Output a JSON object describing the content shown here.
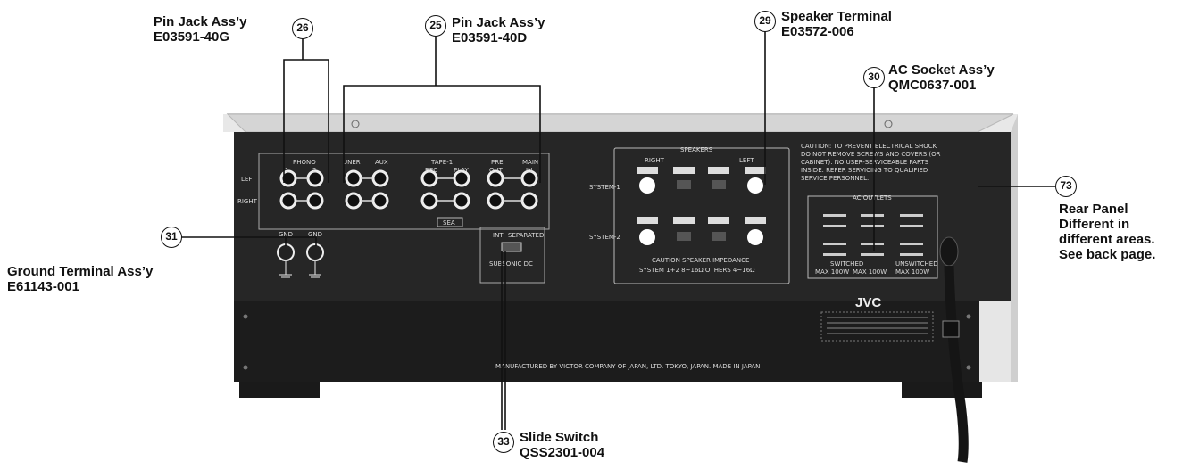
{
  "callouts": [
    {
      "num": "26",
      "title": "Pin Jack Ass’y",
      "part": "E03591-40G"
    },
    {
      "num": "25",
      "title": "Pin Jack Ass’y",
      "part": "E03591-40D"
    },
    {
      "num": "29",
      "title": "Speaker Terminal",
      "part": "E03572-006"
    },
    {
      "num": "30",
      "title": "AC Socket Ass’y",
      "part": "QMC0637-001"
    },
    {
      "num": "73",
      "title": "Rear Panel",
      "note": [
        "Different in",
        "different areas.",
        "See back page."
      ]
    },
    {
      "num": "31",
      "title": "Ground Terminal Ass’y",
      "part": "E61143-001"
    },
    {
      "num": "33",
      "title": "Slide Switch",
      "part": "QSS2301-004"
    }
  ],
  "panel": {
    "jacks": {
      "phono": "PHONO",
      "phono_1": "1",
      "phono_2": "2",
      "tuner": "UNER",
      "aux": "AUX",
      "tape1": "TAPE-1",
      "rec": "REC",
      "play": "PLAY",
      "pre": "PRE",
      "out": "OUT",
      "main": "MAIN",
      "in": "IN",
      "left": "LEFT",
      "right": "RIGHT",
      "sea": "SEA"
    },
    "gnd": [
      "GND",
      "GND"
    ],
    "switch": {
      "int": "INT",
      "separated": "SEPARATED",
      "sub": "SUBSONIC DC"
    },
    "speakers": {
      "title": "SPEAKERS",
      "right": "RIGHT",
      "left": "LEFT",
      "system1": "SYSTEM-1",
      "system2": "SYSTEM-2",
      "caution1": "CAUTION SPEAKER IMPEDANCE",
      "caution2": "SYSTEM 1+2 8~16Ω OTHERS 4~16Ω"
    },
    "caution": [
      "CAUTION: TO PREVENT ELECTRICAL SHOCK",
      "DO NOT REMOVE SCREWS AND COVERS (OR",
      "CABINET). NO USER-SERVICEABLE PARTS",
      "INSIDE. REFER SERVICING TO QUALIFIED",
      "SERVICE PERSONNEL."
    ],
    "ac": {
      "title": "AC OUTLETS",
      "switched": "SWITCHED",
      "unswitched": "UNSWITCHED",
      "max1": "MAX 100W",
      "max2": "MAX 100W",
      "max3": "MAX 100W"
    },
    "brand": "JVC",
    "manufactured": "MANUFACTURED BY VICTOR COMPANY OF JAPAN, LTD.   TOKYO, JAPAN.   MADE IN JAPAN"
  }
}
